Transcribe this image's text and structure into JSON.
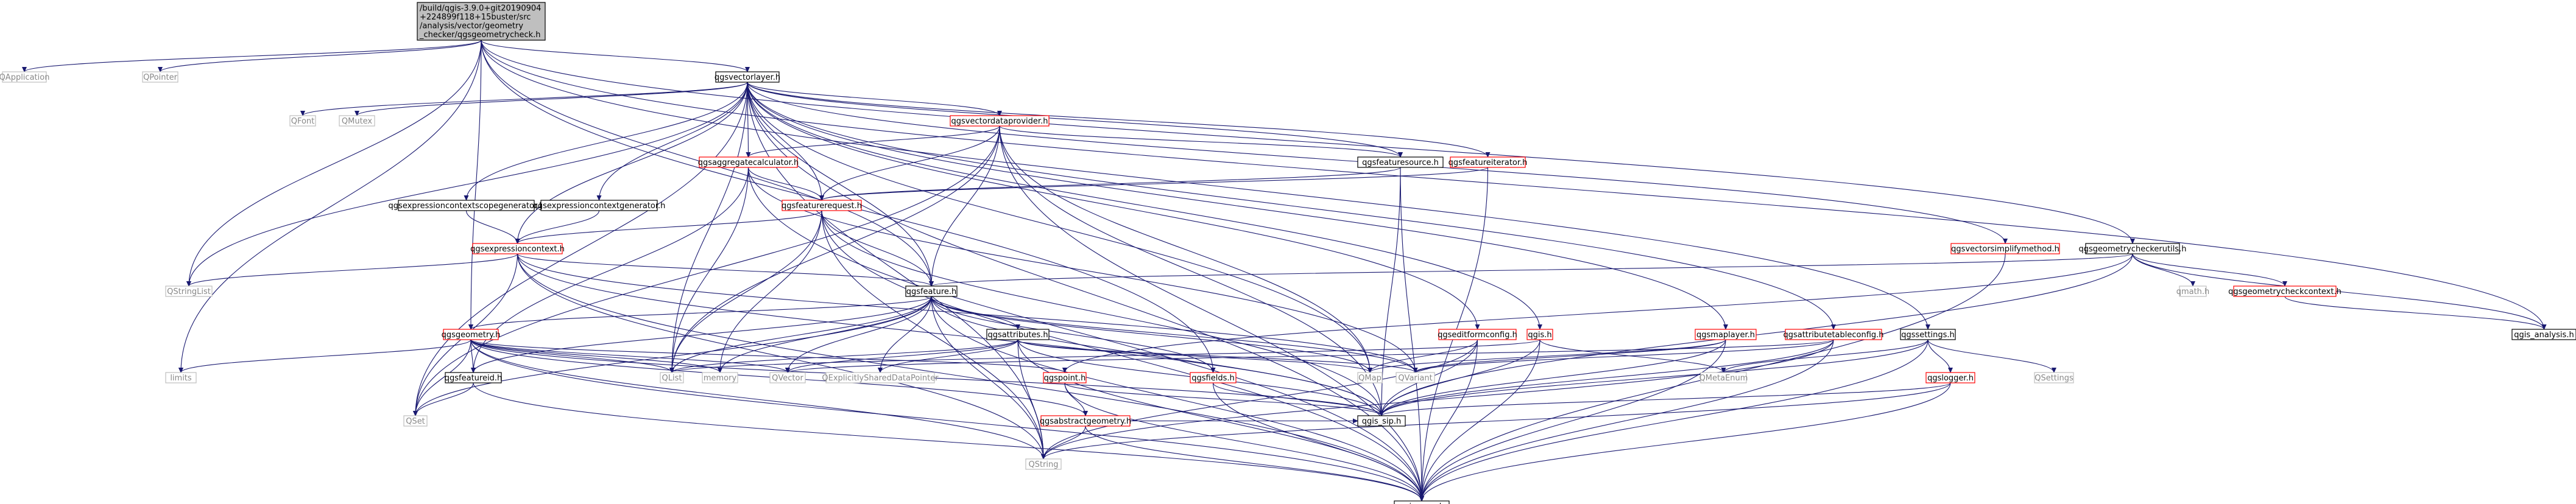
{
  "colors": {
    "edge": "#191970",
    "root_fill": "#bfbfbf",
    "root_border": "#000000",
    "normal_fill": "#ffffff",
    "normal_border": "#000000",
    "normal_text": "#000000",
    "external_border": "#bfbfbf",
    "external_text": "#888888",
    "linked_border": "#ff0000"
  },
  "nodes": [
    {
      "id": "root",
      "kind": "root",
      "lines": [
        "/build/qgis-3.9.0+git20190904",
        "+224899f118+15buster/src",
        "/analysis/vector/geometry",
        "_checker/qgsgeometrycheck.h"
      ]
    },
    {
      "id": "qapplication",
      "kind": "external",
      "lines": [
        "QApplication"
      ]
    },
    {
      "id": "qpointer",
      "kind": "external",
      "lines": [
        "QPointer"
      ]
    },
    {
      "id": "qgsvectorlayer",
      "kind": "normal",
      "lines": [
        "qgsvectorlayer.h"
      ]
    },
    {
      "id": "qgsgeometrycheckerutils",
      "kind": "normal",
      "lines": [
        "qgsgeometrycheckerutils.h"
      ]
    },
    {
      "id": "qfont",
      "kind": "external",
      "lines": [
        "QFont"
      ]
    },
    {
      "id": "qmutex",
      "kind": "external",
      "lines": [
        "QMutex"
      ]
    },
    {
      "id": "qgsvectordataprovider",
      "kind": "linked",
      "lines": [
        "qgsvectordataprovider.h"
      ]
    },
    {
      "id": "qgsaggregatecalculator",
      "kind": "linked",
      "lines": [
        "qgsaggregatecalculator.h"
      ]
    },
    {
      "id": "qgsfeaturesource",
      "kind": "normal",
      "lines": [
        "qgsfeaturesource.h"
      ]
    },
    {
      "id": "qgsfeatureiterator",
      "kind": "linked",
      "lines": [
        "qgsfeatureiterator.h"
      ]
    },
    {
      "id": "qgsexpressioncontextscopegenerator",
      "kind": "normal",
      "lines": [
        "qgsexpressioncontextscopegenerator.h"
      ]
    },
    {
      "id": "qgsexpressioncontextgenerator",
      "kind": "normal",
      "lines": [
        "qgsexpressioncontextgenerator.h"
      ]
    },
    {
      "id": "qgsfeaturerequest",
      "kind": "linked",
      "lines": [
        "qgsfeaturerequest.h"
      ]
    },
    {
      "id": "qgsvectorsimplifymethod",
      "kind": "linked",
      "lines": [
        "qgsvectorsimplifymethod.h"
      ]
    },
    {
      "id": "qgsexpressioncontext",
      "kind": "linked",
      "lines": [
        "qgsexpressioncontext.h"
      ]
    },
    {
      "id": "qstringlist",
      "kind": "external",
      "lines": [
        "QStringList"
      ]
    },
    {
      "id": "qgsfeature",
      "kind": "normal",
      "lines": [
        "qgsfeature.h"
      ]
    },
    {
      "id": "qmath",
      "kind": "external",
      "lines": [
        "qmath.h"
      ]
    },
    {
      "id": "qgsgeometrycheckcontext",
      "kind": "linked",
      "lines": [
        "qgsgeometrycheckcontext.h"
      ]
    },
    {
      "id": "qgs_analysis",
      "kind": "normal",
      "lines": [
        "qgis_analysis.h"
      ]
    },
    {
      "id": "qgsgeometry",
      "kind": "linked",
      "lines": [
        "qgsgeometry.h"
      ]
    },
    {
      "id": "qgsattributes",
      "kind": "normal",
      "lines": [
        "qgsattributes.h"
      ]
    },
    {
      "id": "qgseditformconfig",
      "kind": "linked",
      "lines": [
        "qgseditformconfig.h"
      ]
    },
    {
      "id": "qgis",
      "kind": "linked",
      "lines": [
        "qgis.h"
      ]
    },
    {
      "id": "qgsmaplayer",
      "kind": "linked",
      "lines": [
        "qgsmaplayer.h"
      ]
    },
    {
      "id": "qgsattributetableconfig",
      "kind": "linked",
      "lines": [
        "qgsattributetableconfig.h"
      ]
    },
    {
      "id": "qgssettings",
      "kind": "normal",
      "lines": [
        "qgssettings.h"
      ]
    },
    {
      "id": "limits",
      "kind": "external",
      "lines": [
        "limits"
      ]
    },
    {
      "id": "qgsfeatureid",
      "kind": "normal",
      "lines": [
        "qgsfeatureid.h"
      ]
    },
    {
      "id": "qlist",
      "kind": "external",
      "lines": [
        "QList"
      ]
    },
    {
      "id": "memory",
      "kind": "external",
      "lines": [
        "memory"
      ]
    },
    {
      "id": "qvector",
      "kind": "external",
      "lines": [
        "QVector"
      ]
    },
    {
      "id": "qexplicitlyshareddatapointer",
      "kind": "external",
      "lines": [
        "QExplicitlySharedDataPointer"
      ]
    },
    {
      "id": "qgspoint",
      "kind": "linked",
      "lines": [
        "qgspoint.h"
      ]
    },
    {
      "id": "qgsfields",
      "kind": "linked",
      "lines": [
        "qgsfields.h"
      ]
    },
    {
      "id": "qmap",
      "kind": "external",
      "lines": [
        "QMap"
      ]
    },
    {
      "id": "qvariant",
      "kind": "external",
      "lines": [
        "QVariant"
      ]
    },
    {
      "id": "qmetaenum",
      "kind": "external",
      "lines": [
        "QMetaEnum"
      ]
    },
    {
      "id": "qsettings",
      "kind": "external",
      "lines": [
        "QSettings"
      ]
    },
    {
      "id": "qgslogger",
      "kind": "linked",
      "lines": [
        "qgslogger.h"
      ]
    },
    {
      "id": "qset",
      "kind": "external",
      "lines": [
        "QSet"
      ]
    },
    {
      "id": "qgsabstractgeometry",
      "kind": "linked",
      "lines": [
        "qgsabstractgeometry.h"
      ]
    },
    {
      "id": "qgis_sip",
      "kind": "normal",
      "lines": [
        "qgis_sip.h"
      ]
    },
    {
      "id": "qstring",
      "kind": "external",
      "lines": [
        "QString"
      ]
    },
    {
      "id": "qgis_core",
      "kind": "normal",
      "lines": [
        "qgis_core.h"
      ]
    }
  ],
  "edges": [
    [
      "root",
      "qapplication"
    ],
    [
      "root",
      "qpointer"
    ],
    [
      "root",
      "qgsvectorlayer"
    ],
    [
      "root",
      "qgsgeometrycheckerutils"
    ],
    [
      "root",
      "qgs_analysis"
    ],
    [
      "root",
      "qstringlist"
    ],
    [
      "root",
      "qgsgeometry"
    ],
    [
      "root",
      "limits"
    ],
    [
      "root",
      "qgsfeature"
    ],
    [
      "root",
      "qgssettings"
    ],
    [
      "root",
      "qgsfields"
    ],
    [
      "qgsvectorlayer",
      "qfont"
    ],
    [
      "qgsvectorlayer",
      "qmutex"
    ],
    [
      "qgsvectorlayer",
      "qgsvectordataprovider"
    ],
    [
      "qgsvectorlayer",
      "qgsaggregatecalculator"
    ],
    [
      "qgsvectorlayer",
      "qgsfeaturesource"
    ],
    [
      "qgsvectorlayer",
      "qgsfeatureiterator"
    ],
    [
      "qgsvectorlayer",
      "qgsexpressioncontextscopegenerator"
    ],
    [
      "qgsvectorlayer",
      "qgsexpressioncontextgenerator"
    ],
    [
      "qgsvectorlayer",
      "qgsfeaturerequest"
    ],
    [
      "qgsvectorlayer",
      "qgsvectorsimplifymethod"
    ],
    [
      "qgsvectorlayer",
      "qgsexpressioncontext"
    ],
    [
      "qgsvectorlayer",
      "qgsfeature"
    ],
    [
      "qgsvectorlayer",
      "qgseditformconfig"
    ],
    [
      "qgsvectorlayer",
      "qgis"
    ],
    [
      "qgsvectorlayer",
      "qgsmaplayer"
    ],
    [
      "qgsvectorlayer",
      "qgsattributetableconfig"
    ],
    [
      "qgsvectorlayer",
      "qgis_core"
    ],
    [
      "qgsvectorlayer",
      "qstring"
    ],
    [
      "qgsvectorlayer",
      "qset"
    ],
    [
      "qgsvectorlayer",
      "qlist"
    ],
    [
      "qgsvectorlayer",
      "qmap"
    ],
    [
      "qgsvectorlayer",
      "qstringlist"
    ],
    [
      "qgsvectordataprovider",
      "qgsaggregatecalculator"
    ],
    [
      "qgsvectordataprovider",
      "qgsfeaturesource"
    ],
    [
      "qgsvectordataprovider",
      "qgsfeaturerequest"
    ],
    [
      "qgsvectordataprovider",
      "qgsfeature"
    ],
    [
      "qgsvectordataprovider",
      "qgis_core"
    ],
    [
      "qgsvectordataprovider",
      "qgis_sip"
    ],
    [
      "qgsvectordataprovider",
      "qset"
    ],
    [
      "qgsvectordataprovider",
      "qmap"
    ],
    [
      "qgsvectordataprovider",
      "qlist"
    ],
    [
      "qgsaggregatecalculator",
      "qgsfeaturerequest"
    ],
    [
      "qgsaggregatecalculator",
      "qgis_core"
    ],
    [
      "qgsaggregatecalculator",
      "qvariant"
    ],
    [
      "qgsaggregatecalculator",
      "qgsfeatureid"
    ],
    [
      "qgsaggregatecalculator",
      "qlist"
    ],
    [
      "qgsfeaturesource",
      "qgsfeaturerequest"
    ],
    [
      "qgsfeaturesource",
      "qgis_core"
    ],
    [
      "qgsfeaturesource",
      "qgis_sip"
    ],
    [
      "qgsfeatureiterator",
      "qgsfeaturerequest"
    ],
    [
      "qgsfeatureiterator",
      "qgis_core"
    ],
    [
      "qgsexpressioncontextscopegenerator",
      "qgsexpressioncontext"
    ],
    [
      "qgsexpressioncontextgenerator",
      "qgsexpressioncontext"
    ],
    [
      "qgsfeaturerequest",
      "qgsexpressioncontext"
    ],
    [
      "qgsfeaturerequest",
      "qgsfeature"
    ],
    [
      "qgsfeaturerequest",
      "qgis_core"
    ],
    [
      "qgsfeaturerequest",
      "qgis_sip"
    ],
    [
      "qgsfeaturerequest",
      "qlist"
    ],
    [
      "qgsfeaturerequest",
      "memory"
    ],
    [
      "qgsfeaturerequest",
      "qstring"
    ],
    [
      "qgsvectorsimplifymethod",
      "qgis_core"
    ],
    [
      "qgsexpressioncontext",
      "qstringlist"
    ],
    [
      "qgsexpressioncontext",
      "qgsfeature"
    ],
    [
      "qgsexpressioncontext",
      "qgis_core"
    ],
    [
      "qgsexpressioncontext",
      "qgis_sip"
    ],
    [
      "qgsexpressioncontext",
      "qvariant"
    ],
    [
      "qgsexpressioncontext",
      "qset"
    ],
    [
      "qgsexpressioncontext",
      "qstring"
    ],
    [
      "qgsfeature",
      "qgsgeometry"
    ],
    [
      "qgsfeature",
      "qgsattributes"
    ],
    [
      "qgsfeature",
      "qgsfeatureid"
    ],
    [
      "qgsfeature",
      "qgsfields"
    ],
    [
      "qgsfeature",
      "qgis_core"
    ],
    [
      "qgsfeature",
      "qgis_sip"
    ],
    [
      "qgsfeature",
      "qlist"
    ],
    [
      "qgsfeature",
      "memory"
    ],
    [
      "qgsfeature",
      "qvector"
    ],
    [
      "qgsfeature",
      "qexplicitlyshareddatapointer"
    ],
    [
      "qgsfeature",
      "qmap"
    ],
    [
      "qgsfeature",
      "qvariant"
    ],
    [
      "qgsfeature",
      "qset"
    ],
    [
      "qgsfeature",
      "qstring"
    ],
    [
      "qgsgeometrycheckerutils",
      "qgsfeature"
    ],
    [
      "qgsgeometrycheckerutils",
      "qmath"
    ],
    [
      "qgsgeometrycheckerutils",
      "qgsgeometrycheckcontext"
    ],
    [
      "qgsgeometrycheckerutils",
      "qgs_analysis"
    ],
    [
      "qgsgeometrycheckerutils",
      "qgis_sip"
    ],
    [
      "qgsgeometrycheckerutils",
      "qgspoint"
    ],
    [
      "qgsgeometrycheckcontext",
      "qgs_analysis"
    ],
    [
      "qgsgeometry",
      "qgsfeatureid"
    ],
    [
      "qgsgeometry",
      "qgspoint"
    ],
    [
      "qgsgeometry",
      "qgsabstractgeometry"
    ],
    [
      "qgsgeometry",
      "qgis_core"
    ],
    [
      "qgsgeometry",
      "qgis_sip"
    ],
    [
      "qgsgeometry",
      "qset"
    ],
    [
      "qgsgeometry",
      "qstring"
    ],
    [
      "qgsgeometry",
      "qvector"
    ],
    [
      "qgsgeometry",
      "qlist"
    ],
    [
      "qgsgeometry",
      "limits"
    ],
    [
      "qgsgeometry",
      "memory"
    ],
    [
      "qgsattributes",
      "qgis_core"
    ],
    [
      "qgsattributes",
      "qgis_sip"
    ],
    [
      "qgsattributes",
      "qmap"
    ],
    [
      "qgsattributes",
      "qstring"
    ],
    [
      "qgsattributes",
      "qvariant"
    ],
    [
      "qgsattributes",
      "qlist"
    ],
    [
      "qgsattributes",
      "qvector"
    ],
    [
      "qgsattributes",
      "qexplicitlyshareddatapointer"
    ],
    [
      "qgsfeatureid",
      "qset"
    ],
    [
      "qgsfeatureid",
      "qgis_core"
    ],
    [
      "qgseditformconfig",
      "qgis_core"
    ],
    [
      "qgseditformconfig",
      "qgis_sip"
    ],
    [
      "qgseditformconfig",
      "qmap"
    ],
    [
      "qgseditformconfig",
      "qstring"
    ],
    [
      "qgis",
      "qmetaenum"
    ],
    [
      "qgis",
      "qgis_core"
    ],
    [
      "qgis",
      "qgis_sip"
    ],
    [
      "qgis",
      "qlist"
    ],
    [
      "qgsmaplayer",
      "qgis_core"
    ],
    [
      "qgsmaplayer",
      "qgis_sip"
    ],
    [
      "qgsmaplayer",
      "qvariant"
    ],
    [
      "qgsmaplayer",
      "qmap"
    ],
    [
      "qgsattributetableconfig",
      "qgis_core"
    ],
    [
      "qgsattributetableconfig",
      "qgis_sip"
    ],
    [
      "qgsattributetableconfig",
      "qvariant"
    ],
    [
      "qgsattributetableconfig",
      "qvector"
    ],
    [
      "qgsattributetableconfig",
      "qstring"
    ],
    [
      "qgssettings",
      "qsettings"
    ],
    [
      "qgssettings",
      "qmetaenum"
    ],
    [
      "qgssettings",
      "qgslogger"
    ],
    [
      "qgssettings",
      "qgis_core"
    ],
    [
      "qgssettings",
      "qgis_sip"
    ],
    [
      "qgslogger",
      "qgis_core"
    ],
    [
      "qgslogger",
      "qgis_sip"
    ],
    [
      "qgslogger",
      "qstring"
    ],
    [
      "qgspoint",
      "qgsabstractgeometry"
    ],
    [
      "qgspoint",
      "qgis_core"
    ],
    [
      "qgspoint",
      "qgis_sip"
    ],
    [
      "qgsfields",
      "qgis_core"
    ],
    [
      "qgsfields",
      "qgis_sip"
    ],
    [
      "qgsabstractgeometry",
      "qgis_core"
    ],
    [
      "qgsabstractgeometry",
      "qgis_sip"
    ],
    [
      "qgsabstractgeometry",
      "qstring"
    ]
  ]
}
